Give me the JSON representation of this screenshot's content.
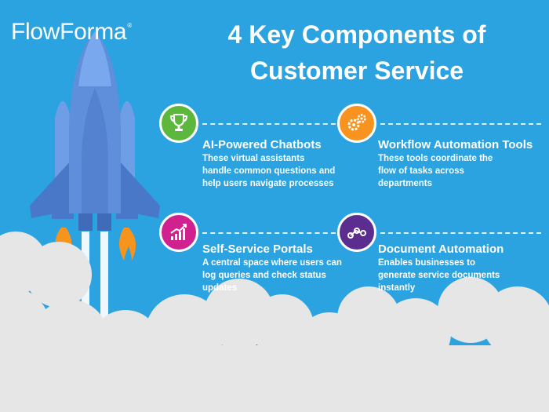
{
  "brand": {
    "name": "FlowForma",
    "mark": "®"
  },
  "title": {
    "line1": "4 Key Components of",
    "line2": "Customer Service"
  },
  "components": [
    {
      "title": "AI-Powered Chatbots",
      "description": "These virtual assistants handle common questions and help users navigate processes",
      "icon": "trophy-icon",
      "color": "#5cb83d"
    },
    {
      "title": "Workflow Automation Tools",
      "description": "These tools coordinate the flow of tasks across departments",
      "icon": "gears-icon",
      "color": "#f7931e"
    },
    {
      "title": "Self-Service Portals",
      "description": "A central space where users can log queries and check status updates",
      "icon": "growth-chart-icon",
      "color": "#d0218e"
    },
    {
      "title": "Document Automation",
      "description": "Enables businesses to generate service documents instantly",
      "icon": "workflow-nodes-icon",
      "color": "#5b2d8e"
    }
  ],
  "colors": {
    "background": "#2aa3e0",
    "cloud": "#e6e6e6",
    "rocket_body": "#5f8fdb",
    "rocket_dark": "#4a78c8",
    "flame": "#f7941d"
  }
}
